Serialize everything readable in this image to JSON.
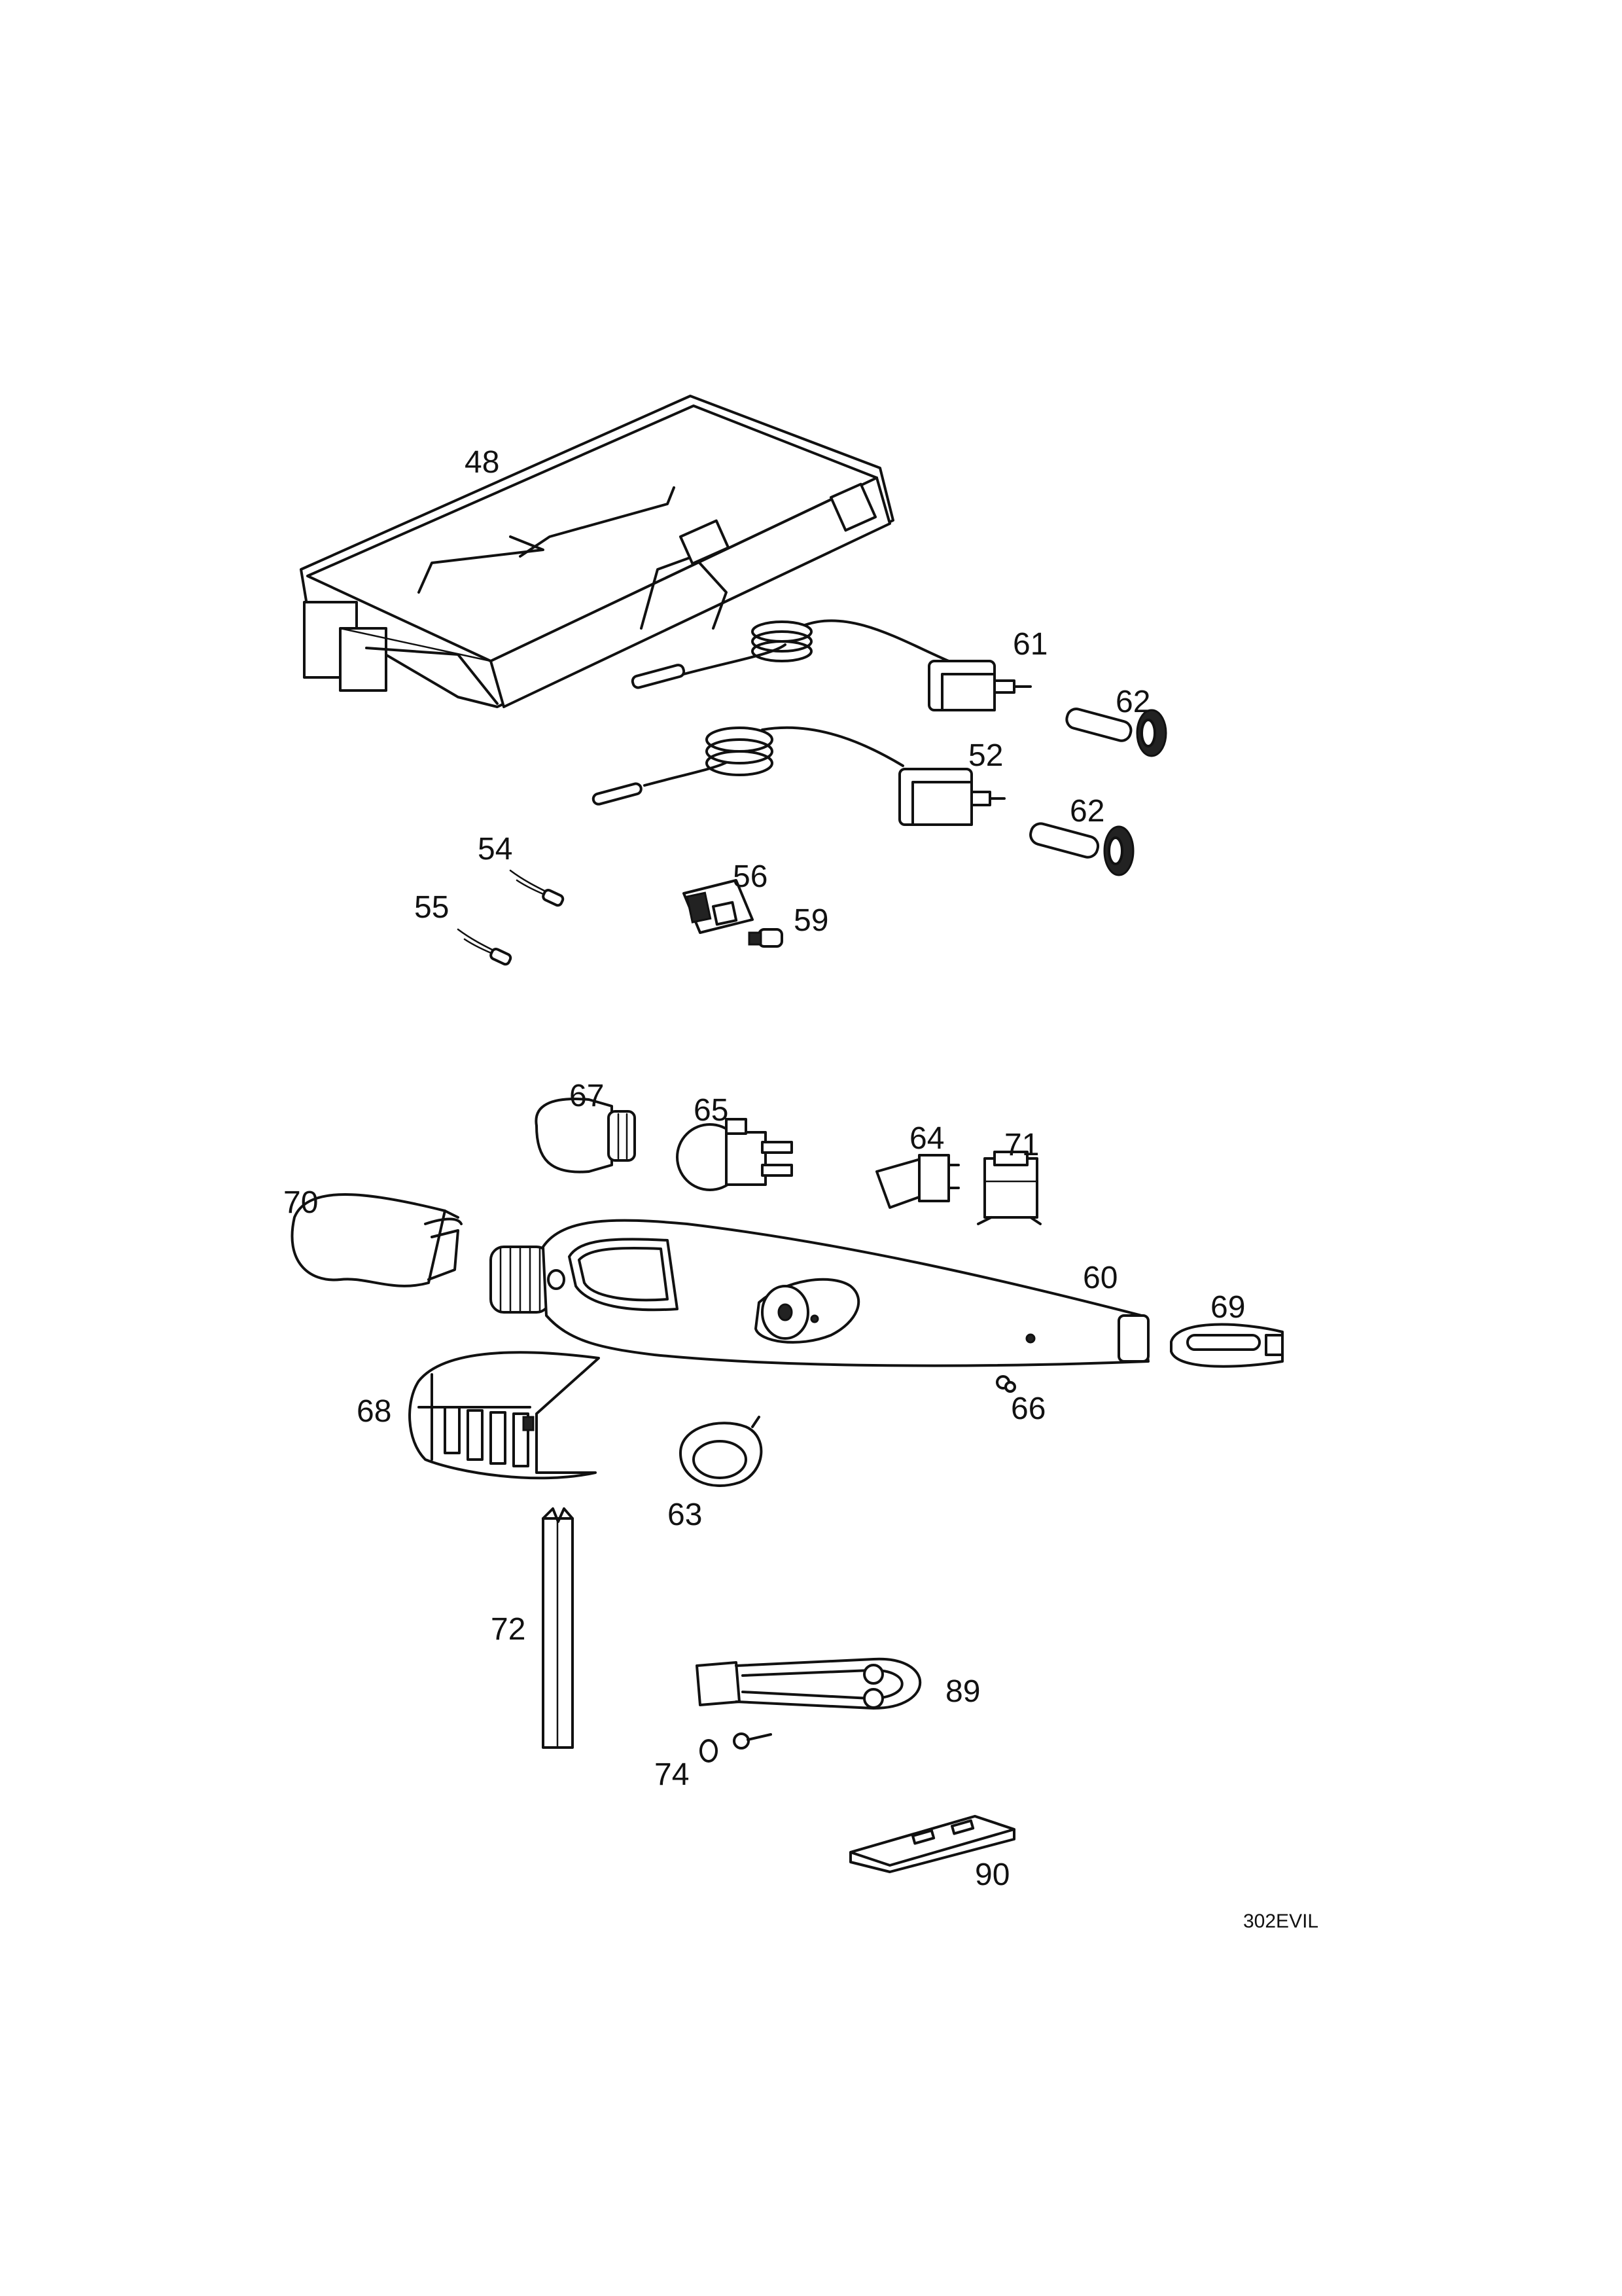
{
  "diagram": {
    "drawing_code": "302EVIL",
    "callouts": {
      "p48": "48",
      "p61": "61",
      "p62a": "62",
      "p52": "52",
      "p62b": "62",
      "p54": "54",
      "p56": "56",
      "p55": "55",
      "p59": "59",
      "p67": "67",
      "p65": "65",
      "p64": "64",
      "p71": "71",
      "p70": "70",
      "p60": "60",
      "p69": "69",
      "p68": "68",
      "p66": "66",
      "p63": "63",
      "p72": "72",
      "p89": "89",
      "p74": "74",
      "p90": "90"
    }
  }
}
